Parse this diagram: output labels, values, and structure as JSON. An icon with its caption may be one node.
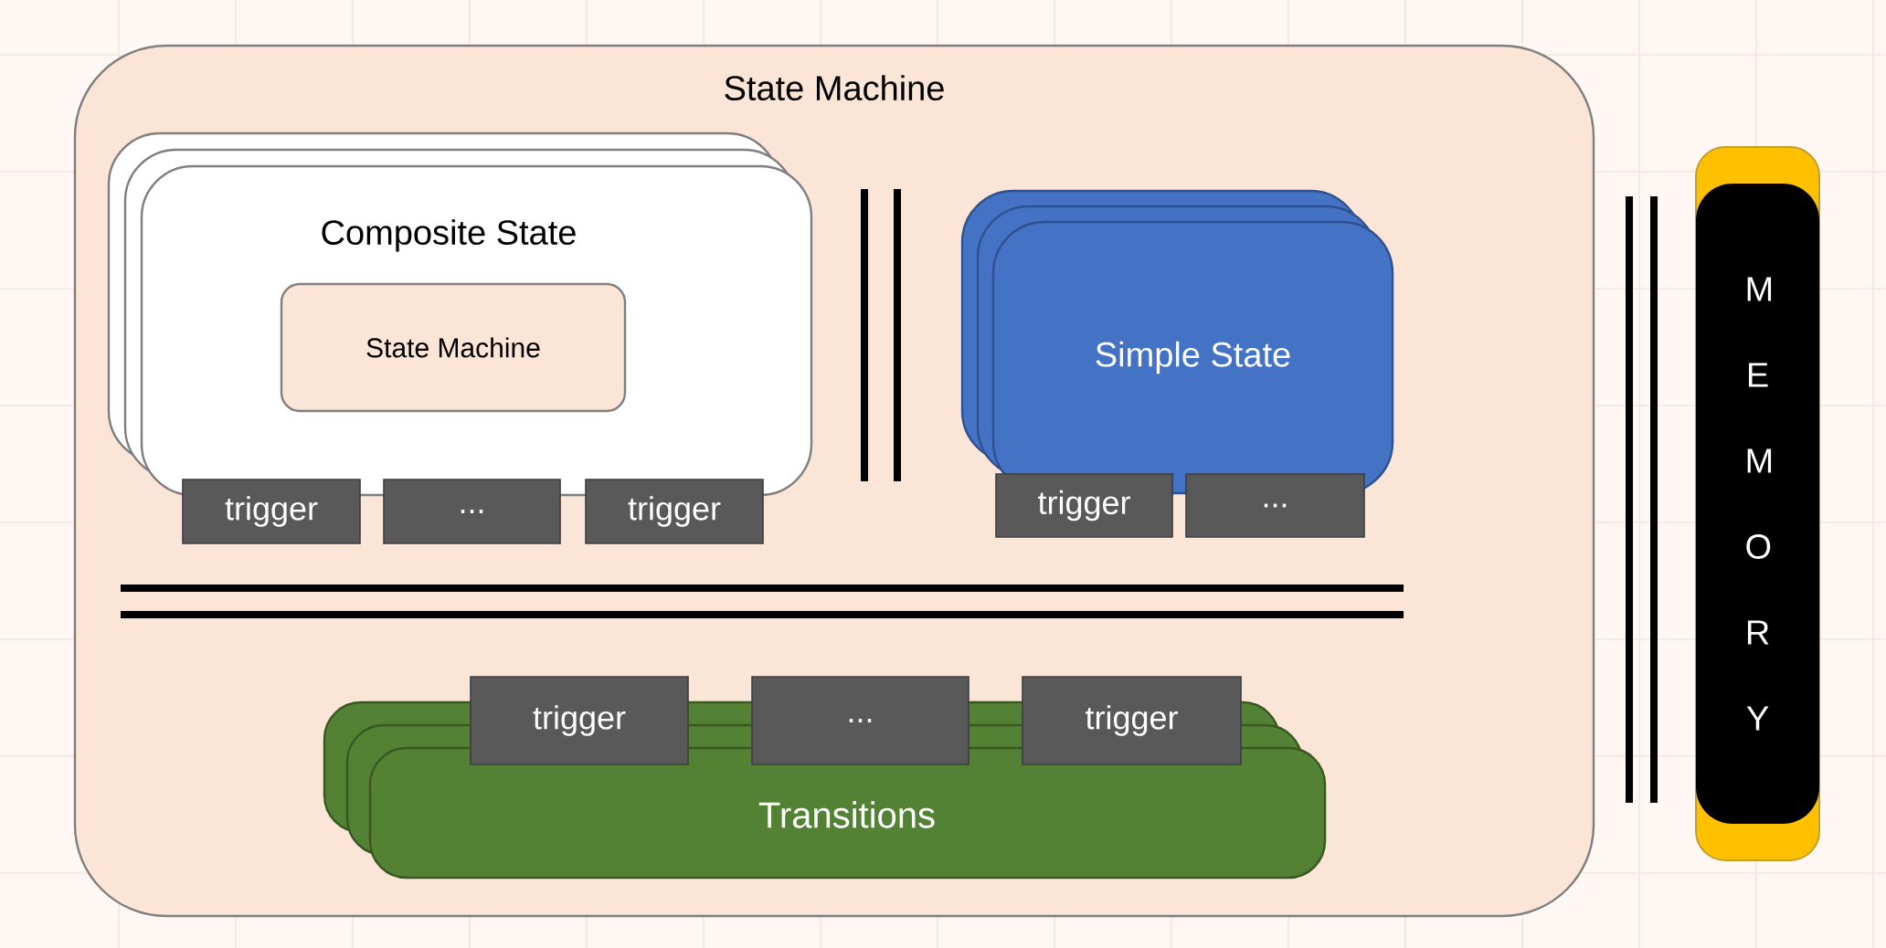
{
  "diagram": {
    "nodes": [
      {
        "text": [
          "State Machine"
        ]
      },
      {
        "text": [
          "Composite State"
        ],
        "in": 0
      },
      {
        "text": [
          "State Machine"
        ],
        "in": 1
      },
      {
        "text": [
          "trigger"
        ],
        "in": 0
      },
      {
        "text": [
          "..."
        ],
        "in": 0
      },
      {
        "text": [
          "trigger"
        ],
        "in": 0
      },
      {
        "text": [
          "Simple State"
        ],
        "in": 0
      },
      {
        "text": [
          "trigger"
        ],
        "in": 0
      },
      {
        "text": [
          "..."
        ],
        "in": 0
      },
      {
        "text": [
          "Transitions"
        ],
        "in": 0
      },
      {
        "text": [
          "trigger"
        ],
        "in": 0
      },
      {
        "text": [
          "..."
        ],
        "in": 0
      },
      {
        "text": [
          "trigger"
        ],
        "in": 0
      },
      {
        "text": [
          "M E M O R Y"
        ]
      }
    ],
    "edges": []
  }
}
